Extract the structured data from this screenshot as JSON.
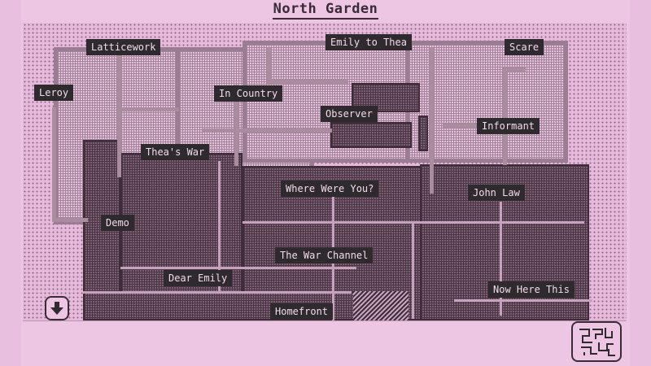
{
  "title": "North Garden",
  "colors": {
    "background": "#edc6e4",
    "label_bg": "#2f2a2e",
    "label_text": "#f1dcec",
    "light_region": "#e8bedd",
    "dark_region": "#7d5f74",
    "path": "#a98d9f"
  },
  "map": {
    "nodes": [
      {
        "id": "latticework",
        "label": "Latticework"
      },
      {
        "id": "emily-to-thea",
        "label": "Emily to Thea"
      },
      {
        "id": "scare",
        "label": "Scare"
      },
      {
        "id": "leroy",
        "label": "Leroy"
      },
      {
        "id": "in-country",
        "label": "In Country"
      },
      {
        "id": "observer",
        "label": "Observer"
      },
      {
        "id": "informant",
        "label": "Informant"
      },
      {
        "id": "theas-war",
        "label": "Thea's War"
      },
      {
        "id": "where-were-you",
        "label": "Where Were You?"
      },
      {
        "id": "john-law",
        "label": "John Law"
      },
      {
        "id": "demo",
        "label": "Demo"
      },
      {
        "id": "the-war-channel",
        "label": "The War Channel"
      },
      {
        "id": "dear-emily",
        "label": "Dear Emily"
      },
      {
        "id": "now-here-this",
        "label": "Now Here This"
      },
      {
        "id": "homefront",
        "label": "Homefront"
      }
    ]
  },
  "controls": {
    "scroll_down_icon": "down-arrow-icon",
    "overview_icon": "minimap-icon"
  }
}
